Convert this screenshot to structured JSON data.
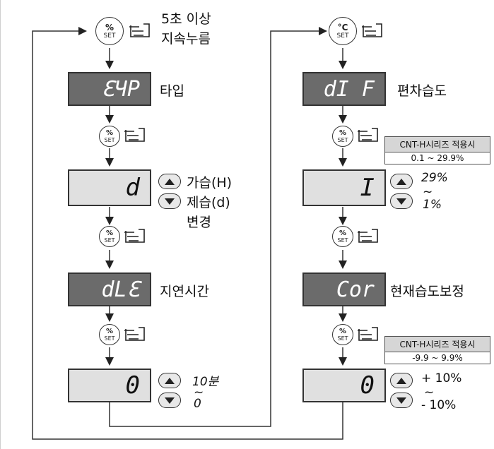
{
  "left": {
    "entry_note_line1": "5초 이상",
    "entry_note_line2": "지속누름",
    "steps": [
      {
        "display": "ℇЧP",
        "label": "타입"
      },
      {
        "display": "d",
        "label_line1": "가습(H)",
        "label_line2": "제습(d)",
        "label_line3": "변경"
      },
      {
        "display": "dLℇ",
        "label": "지연시간"
      },
      {
        "display": "0",
        "range_max": "10분",
        "tilde": "~",
        "range_min": "0"
      }
    ]
  },
  "right": {
    "steps": [
      {
        "display": "dI F",
        "label": "편차습도"
      },
      {
        "spec_title": "CNT-H시리즈 적용시",
        "spec_range": "0.1 ~ 29.9%"
      },
      {
        "display": "I",
        "range_max": "29%",
        "tilde": "~",
        "range_min": "1%"
      },
      {
        "display": "Cor",
        "label": "현재습도보정"
      },
      {
        "spec_title": "CNT-H시리즈 적용시",
        "spec_range": "-9.9 ~ 9.9%"
      },
      {
        "display": "0",
        "range_max": "+ 10%",
        "tilde": "~",
        "range_min": "- 10%"
      }
    ]
  },
  "buttons": {
    "percent_set_symbol": "%",
    "celsius_set_symbol": "°C",
    "set_text": "SET"
  }
}
